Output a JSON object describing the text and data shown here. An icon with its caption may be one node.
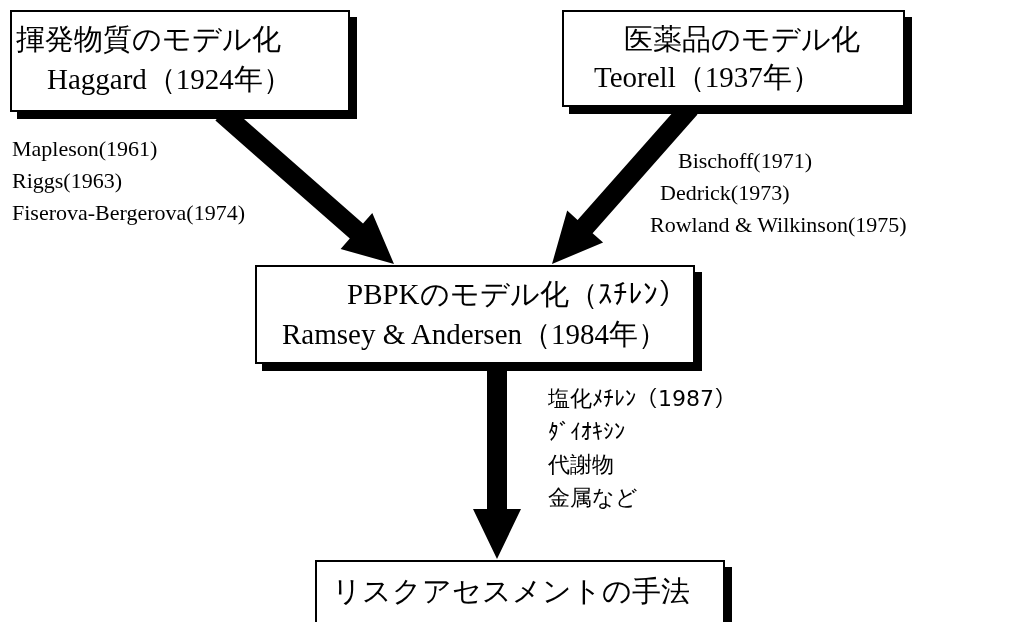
{
  "diagram": {
    "nodes": [
      {
        "text": [
          "揮発物質のモデル化",
          "Haggard（1924年）"
        ]
      },
      {
        "text": [
          "医薬品のモデル化",
          "Teorell（1937年）"
        ]
      },
      {
        "text": [
          "PBPKのモデル化（ｽﾁﾚﾝ）",
          "Ramsey & Andersen（1984年）"
        ]
      },
      {
        "text": [
          "リスクアセスメントの手法"
        ]
      }
    ],
    "edges": [
      {
        "from": 0,
        "to": 2,
        "arrow": "to",
        "style": "thick"
      },
      {
        "from": 1,
        "to": 2,
        "arrow": "to",
        "style": "thick"
      },
      {
        "from": 2,
        "to": 3,
        "arrow": "to",
        "style": "thick"
      }
    ],
    "labels": [
      "Mapleson(1961)",
      "Riggs(1963)",
      "Fiserova-Bergerova(1974)",
      "Bischoff(1971)",
      "Dedrick(1973)",
      "Rowland & Wilkinson(1975)",
      "塩化ﾒﾁﾚﾝ（1987）",
      "ﾀﾞｲｵｷｼﾝ",
      "代謝物",
      "金属など"
    ]
  }
}
